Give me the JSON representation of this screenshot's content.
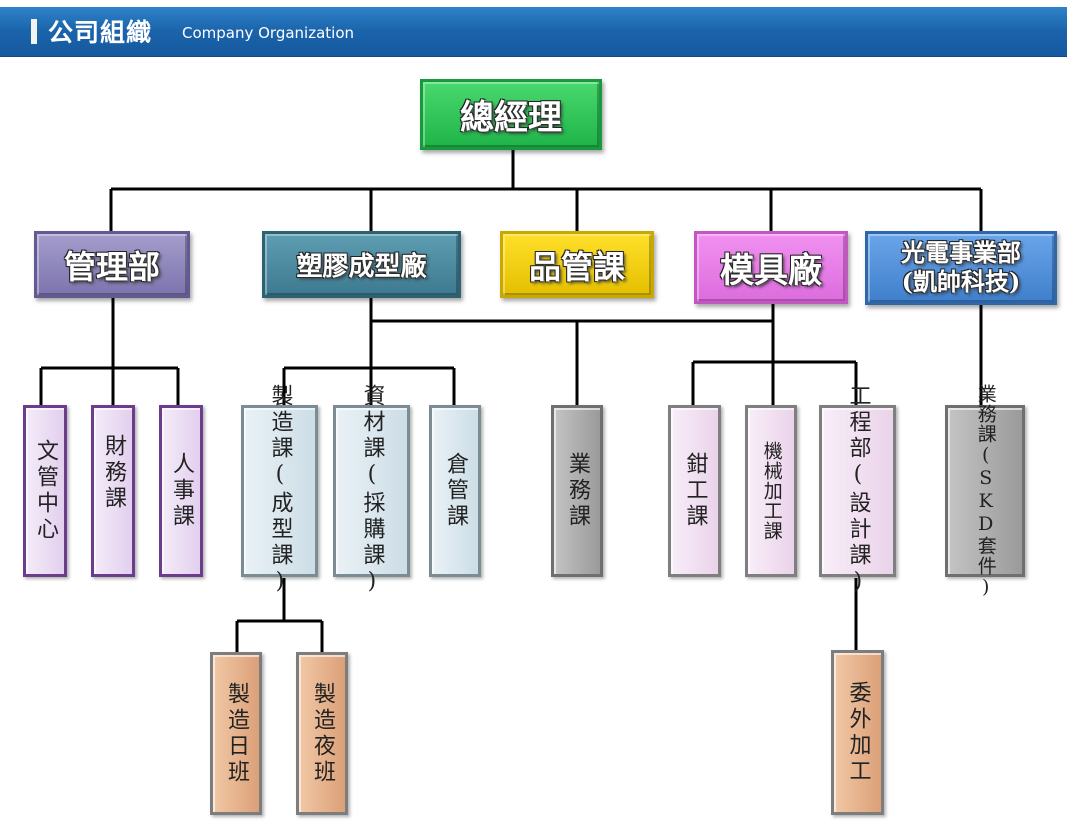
{
  "header": {
    "title": "公司組織",
    "subtitle": "Company Organization"
  },
  "colors": {
    "green": "#2fc35a",
    "purple": "#8b84b8",
    "teal": "#4e8aa0",
    "yellow": "#f4d000",
    "pink": "#e87ee8",
    "blue": "#4f8fd9",
    "lavender": "#ebdcf3",
    "lightblue": "#d8e6ee",
    "gray": "#a9a9a9",
    "peach": "#e9b58e"
  },
  "org": {
    "gm": "總經理",
    "management": "管理部",
    "plastic": "塑膠成型廠",
    "qc": "品管課",
    "mold": "模具廠",
    "opto_line1": "光電事業部",
    "opto_line2": "(凱帥科技)",
    "doc_center": "文管中心",
    "finance": "財務課",
    "hr": "人事課",
    "manufacturing": "製造課(成型課)",
    "materials": "資材課(採購課)",
    "warehouse": "倉管課",
    "sales": "業務課",
    "fitter": "鉗工課",
    "machining": "機械加工課",
    "engineering": "工程部(設計課)",
    "skd": "業務課(SKD套件)",
    "day_shift": "製造日班",
    "night_shift": "製造夜班",
    "outsourcing": "委外加工"
  }
}
